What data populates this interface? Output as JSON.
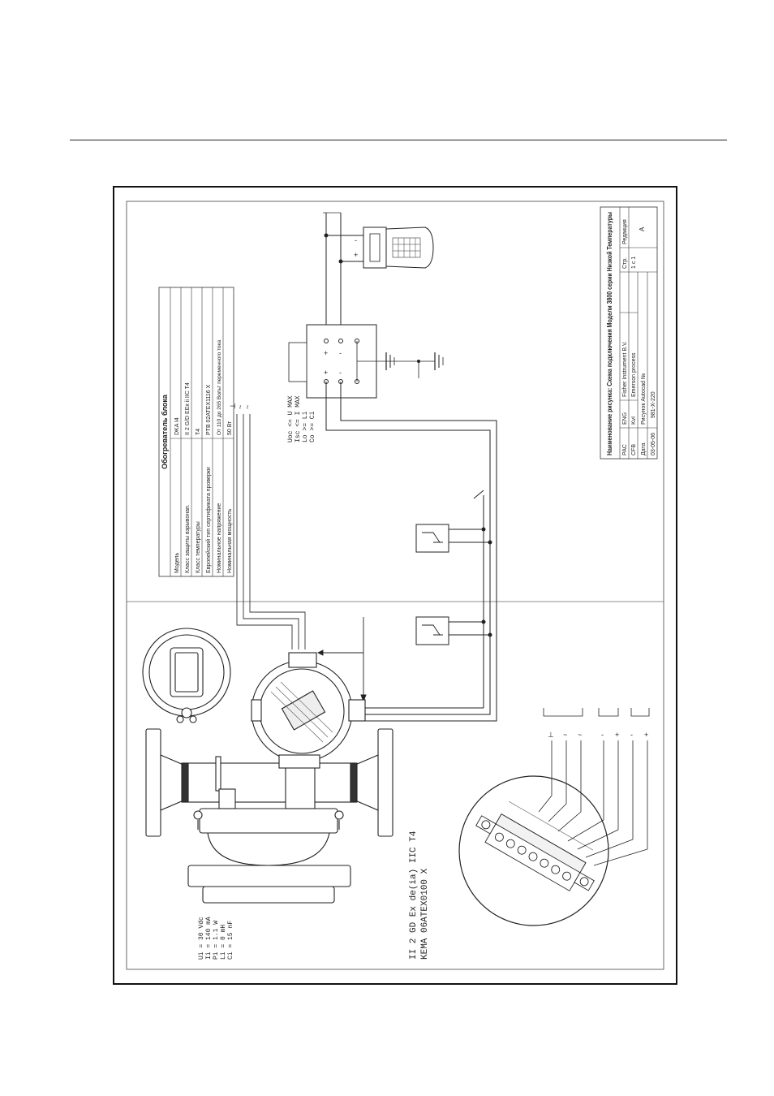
{
  "heater_table": {
    "title": "Обогреватель блока",
    "rows": [
      [
        "Модель",
        "DKA I4"
      ],
      [
        "Класс защиты взрывонап.",
        "II 2 G/D EEx ii IIC T4"
      ],
      [
        "Класс температуры",
        "T4"
      ],
      [
        "Европейский тип сертификата проверки",
        "PTB 02ATEX1116 X"
      ],
      [
        "Номинальное напряжение",
        "От 110 до 265 Вольт переменного тока"
      ],
      [
        "Номинальная мощность",
        "50 Вт"
      ]
    ]
  },
  "title_block": {
    "drawing_title": "Наименование рисунка: Схема подключения Модели 3800 серии Низкой Температуры",
    "rows": [
      [
        "РАС",
        "ENG",
        "Fisher Instrument B.V.",
        "Стр.",
        "Редакция"
      ],
      [
        "CFB",
        "KvI",
        "Emerson process",
        "1 с 1",
        "A"
      ],
      [
        "Дата",
        "Рисунок Autocad №",
        "",
        "",
        ""
      ],
      [
        "03-05-06",
        "981-X-220",
        "",
        "",
        ""
      ]
    ]
  },
  "intrinsic_safety_params": [
    "Uoc <= U MAX",
    "Isc <= I MAX",
    "Lo >= Li",
    "Co >= Ci"
  ],
  "entity_params": [
    "Ui = 30 Vdc",
    "Ii = 140 mA",
    "Pi = 1.1 W",
    "Li = 0 mH",
    "Ci = 15 nF"
  ],
  "certification": [
    "II 2 GD Ex de(ia) IIC T4",
    "KEMA 06ATEX0100 X"
  ],
  "terminal_labels": [
    "⊥",
    "~",
    "~",
    "-",
    "+",
    "-",
    "+"
  ],
  "supply_labels": [
    "⊥",
    "~",
    "~"
  ],
  "barrier_terminals": [
    "+",
    "-",
    "+",
    "-"
  ],
  "hart_terminals": [
    "-",
    "+"
  ]
}
